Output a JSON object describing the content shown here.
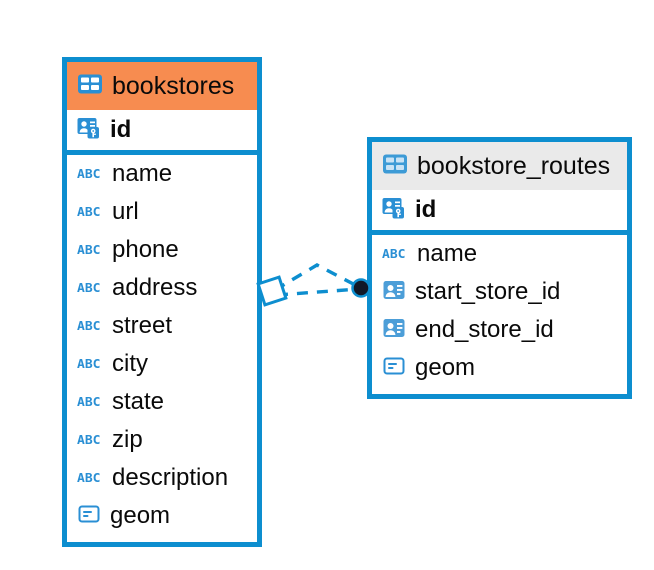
{
  "diagram": {
    "type": "entity-relationship-diagram",
    "colors": {
      "border": "#0d8ecf",
      "header_highlight": "#f78c50",
      "header_default": "#eaeaea",
      "icon_blue": "#2a8fd4",
      "text": "#0a0a0a",
      "connector": "#0d8ecf",
      "connector_endpoint": "#111827"
    },
    "entities": [
      {
        "id": "bookstores",
        "name": "bookstores",
        "header_style": "highlight",
        "header_icon": "table-icon",
        "attributes": [
          {
            "name": "id",
            "icon": "primary-key-icon",
            "bold": true,
            "type": "pk"
          },
          {
            "name": "name",
            "icon": "abc-text-icon",
            "bold": false,
            "type": "text"
          },
          {
            "name": "url",
            "icon": "abc-text-icon",
            "bold": false,
            "type": "text"
          },
          {
            "name": "phone",
            "icon": "abc-text-icon",
            "bold": false,
            "type": "text"
          },
          {
            "name": "address",
            "icon": "abc-text-icon",
            "bold": false,
            "type": "text"
          },
          {
            "name": "street",
            "icon": "abc-text-icon",
            "bold": false,
            "type": "text"
          },
          {
            "name": "city",
            "icon": "abc-text-icon",
            "bold": false,
            "type": "text"
          },
          {
            "name": "state",
            "icon": "abc-text-icon",
            "bold": false,
            "type": "text"
          },
          {
            "name": "zip",
            "icon": "abc-text-icon",
            "bold": false,
            "type": "text"
          },
          {
            "name": "description",
            "icon": "abc-text-icon",
            "bold": false,
            "type": "text"
          },
          {
            "name": "geom",
            "icon": "geometry-icon",
            "bold": false,
            "type": "geometry"
          }
        ]
      },
      {
        "id": "bookstore_routes",
        "name": "bookstore_routes",
        "header_style": "default",
        "header_icon": "table-icon",
        "attributes": [
          {
            "name": "id",
            "icon": "primary-key-icon",
            "bold": true,
            "type": "pk"
          },
          {
            "name": "name",
            "icon": "abc-text-icon",
            "bold": false,
            "type": "text"
          },
          {
            "name": "start_store_id",
            "icon": "foreign-key-icon",
            "bold": false,
            "type": "fk"
          },
          {
            "name": "end_store_id",
            "icon": "foreign-key-icon",
            "bold": false,
            "type": "fk"
          },
          {
            "name": "geom",
            "icon": "geometry-icon",
            "bold": false,
            "type": "geometry"
          }
        ]
      }
    ],
    "relationship": {
      "from": "bookstores",
      "to": "bookstore_routes",
      "style": "dashed",
      "source_marker": "diamond-marker",
      "target_marker": "filled-circle-marker",
      "branches": 2
    },
    "icon_labels": {
      "abc": "ABC"
    }
  }
}
